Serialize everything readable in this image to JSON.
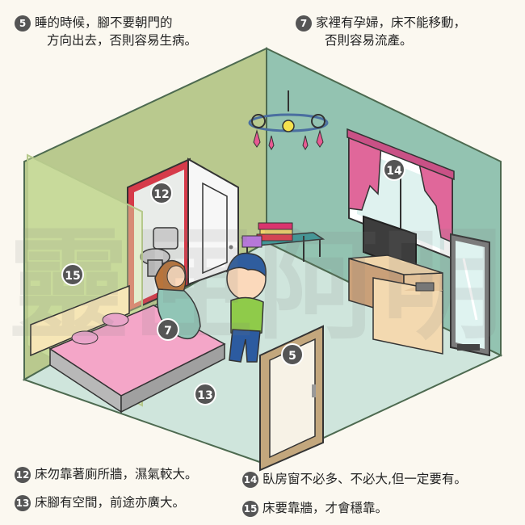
{
  "watermark": "靈匣阿明",
  "notes": [
    {
      "num": "5",
      "lines": [
        "睡的時候，腳不要朝門的",
        "方向出去，否則容易生病。"
      ]
    },
    {
      "num": "7",
      "lines": [
        "家裡有孕婦，床不能移動，",
        "否則容易流產。"
      ]
    },
    {
      "num": "12",
      "text": "床勿靠著廁所牆，濕氣較大。"
    },
    {
      "num": "13",
      "text": "床腳有空間，前途亦廣大。"
    },
    {
      "num": "14",
      "text": "臥房窗不必多、不必大,但一定要有。"
    },
    {
      "num": "15",
      "text": "床要靠牆，才會穩靠。"
    }
  ],
  "markers": {
    "m12": "12",
    "m14": "14",
    "m15": "15",
    "m7": "7",
    "m13": "13",
    "m5": "5"
  },
  "colors": {
    "floor": "#cfe5dc",
    "left_wall": "#b9c98e",
    "right_wall": "#93c3b1",
    "bed": "#f4a6c8",
    "curtain": "#e0679a",
    "badge": "#555555"
  }
}
